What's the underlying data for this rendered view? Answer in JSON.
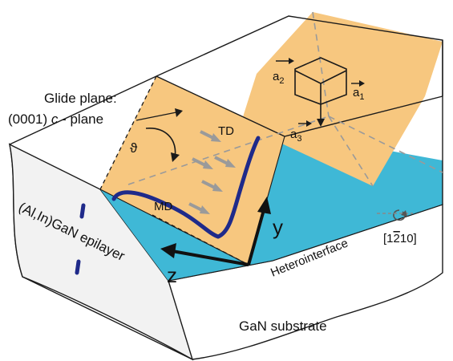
{
  "labels": {
    "glide_plane_line1": "Glide plane:",
    "glide_plane_line2_pre": "(0001) ",
    "glide_plane_line2_c": "c",
    "glide_plane_line2_post": " - plane",
    "theta": "ϑ",
    "td": "TD",
    "md": "MD",
    "epilayer": "(Al,In)GaN epilayer",
    "heterointerface": "Heterointerface",
    "direction_pre": "[1",
    "direction_bar": "2",
    "direction_post": "10]",
    "substrate": "GaN substrate",
    "axis_y": "y",
    "axis_z": "z",
    "a1": "a",
    "a1_sub": "1",
    "a2": "a",
    "a2_sub": "2",
    "a3": "a",
    "a3_sub": "3"
  },
  "colors": {
    "glide_plane_fill": "#f7c77f",
    "interface_fill": "#3fb8d6",
    "dislocation_line": "#1f2a8a",
    "arrows_grey": "#9a9a9a",
    "substrate_fill": "#ffffff",
    "epilayer_fill": "#f2f2f2"
  }
}
